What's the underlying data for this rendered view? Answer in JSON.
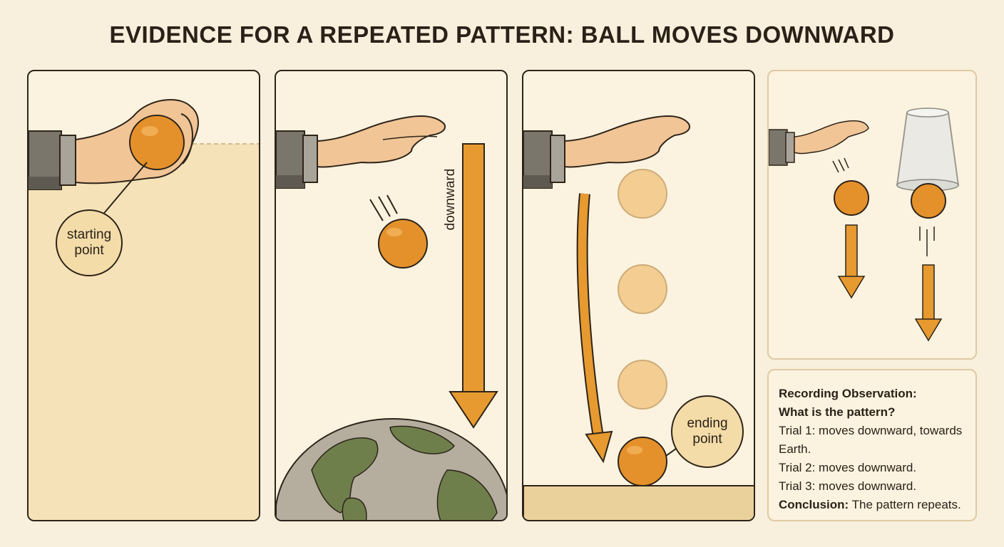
{
  "title": "EVIDENCE FOR A REPEATED PATTERN: BALL MOVES DOWNWARD",
  "panel1": {
    "callout": "starting point"
  },
  "panel2": {
    "arrow_label": "downward"
  },
  "panel3": {
    "callout": "ending point"
  },
  "notes": {
    "heading_1": "Recording Observation:",
    "heading_2": "What is the pattern?",
    "trial_1": "Trial 1: moves downward, towards Earth.",
    "trial_2": "Trial 2: moves downward.",
    "trial_3": "Trial 3: moves downward.",
    "conclusion_label": "Conclusion:",
    "conclusion_text": "The pattern repeats."
  },
  "colors": {
    "ball": "#e5912b",
    "arrow": "#e79a30",
    "skin": "#f1c596",
    "sleeve": "#7a766c",
    "earth_land": "#6f7f4c",
    "earth_ocean": "#b5ae9f",
    "ground": "#ead19c"
  },
  "icons": [
    "hand-icon",
    "ball-icon",
    "earth-icon",
    "cup-icon",
    "down-arrow-icon"
  ]
}
